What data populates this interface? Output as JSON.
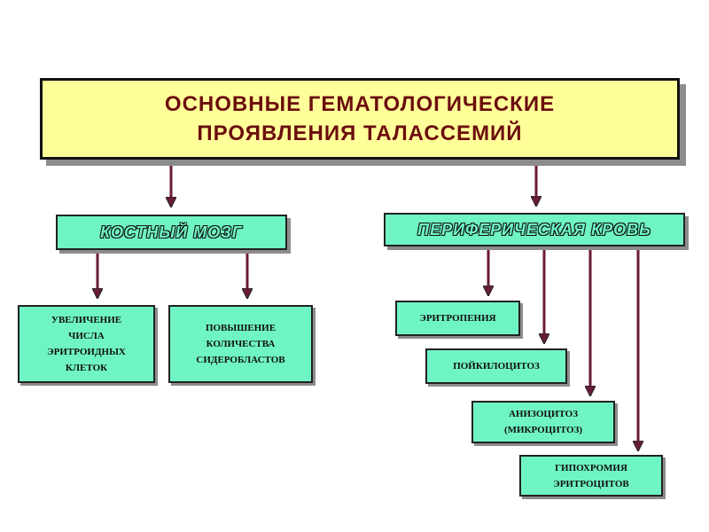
{
  "title": {
    "line1": "ОСНОВНЫЕ  ГЕМАТОЛОГИЧЕСКИЕ",
    "line2": "ПРОЯВЛЕНИЯ  ТАЛАССЕМИЙ"
  },
  "categories": {
    "bone_marrow": "КОСТНЫЙ   МОЗГ",
    "peripheral_blood": "ПЕРИФЕРИЧЕСКАЯ   КРОВЬ"
  },
  "bone_marrow_items": [
    "УВЕЛИЧЕНИЕ\nЧИСЛА\nЭРИТРОИДНЫХ\nКЛЕТОК",
    "ПОВЫШЕНИЕ\nКОЛИЧЕСТВА\nСИДЕРОБЛАСТОВ"
  ],
  "blood_items": [
    "ЭРИТРОПЕНИЯ",
    "ПОЙКИЛОЦИТОЗ",
    "АНИЗОЦИТОЗ\n(МИКРОЦИТОЗ)",
    "ГИПОХРОМИЯ\nЭРИТРОЦИТОВ"
  ],
  "colors": {
    "title_fill": "#ffff99",
    "title_text": "#6b0d0d",
    "box_fill": "#6ff5c4",
    "arrow": "#6b1a3a"
  }
}
